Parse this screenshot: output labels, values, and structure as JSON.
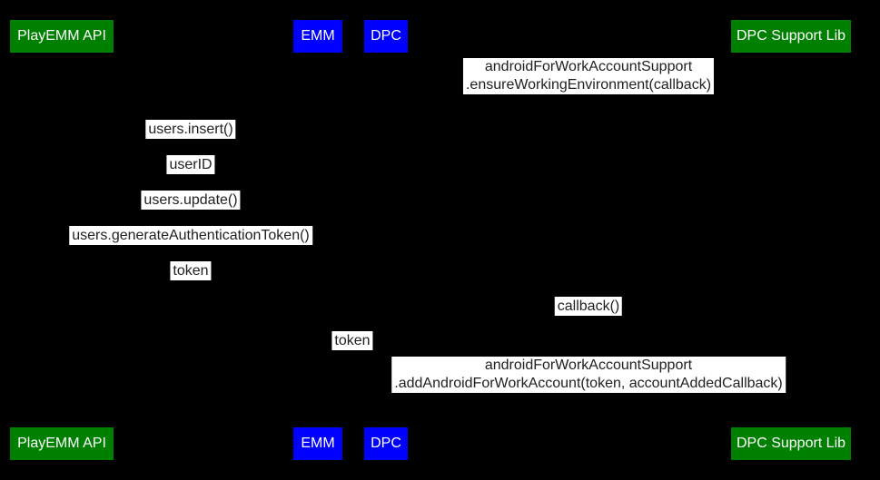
{
  "diagram": {
    "type": "sequence-diagram",
    "background_color": "#000000",
    "label_box_color": "#ffffff",
    "label_text_color": "#212121",
    "actor_green_color": "#008000",
    "actor_blue_color": "#0000ff",
    "actor_text_color": "#ffffff"
  },
  "actors": [
    {
      "label": "PlayEMM API",
      "color": "#008000"
    },
    {
      "label": "EMM",
      "color": "#0000ff"
    },
    {
      "label": "DPC",
      "color": "#0000ff"
    },
    {
      "label": "DPC Support Lib",
      "color": "#008000"
    }
  ],
  "messages": [
    {
      "line1": "androidForWorkAccountSupport",
      "line2": ".ensureWorkingEnvironment(callback)"
    },
    {
      "text": "users.insert()"
    },
    {
      "text": "userID"
    },
    {
      "text": "users.update()"
    },
    {
      "text": "users.generateAuthenticationToken()"
    },
    {
      "text": "token"
    },
    {
      "text": "callback()"
    },
    {
      "text": "token"
    },
    {
      "line1": "androidForWorkAccountSupport",
      "line2": ".addAndroidForWorkAccount(token, accountAddedCallback)"
    }
  ]
}
